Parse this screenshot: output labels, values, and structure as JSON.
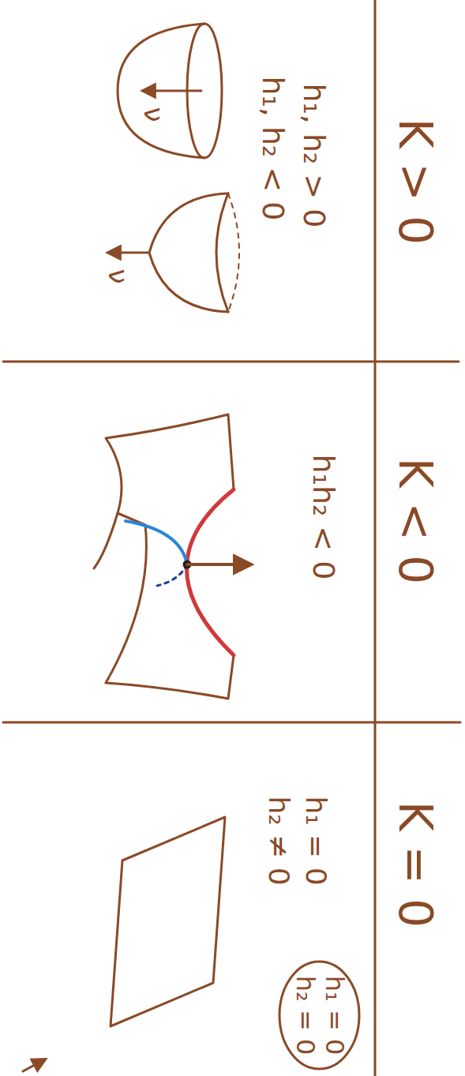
{
  "diagram": {
    "nodes": [
      {
        "text": [
          "h₁ = 0",
          "h₂ = 0"
        ]
      }
    ],
    "labels": [
      "K > 0",
      "h₁, h₂ > 0",
      "h₁, h₂ < 0",
      "ν",
      "ν",
      "K < 0",
      "h₁h₂ < 0",
      "K = 0",
      "h₁ = 0",
      "h₂ ≠ 0"
    ]
  }
}
